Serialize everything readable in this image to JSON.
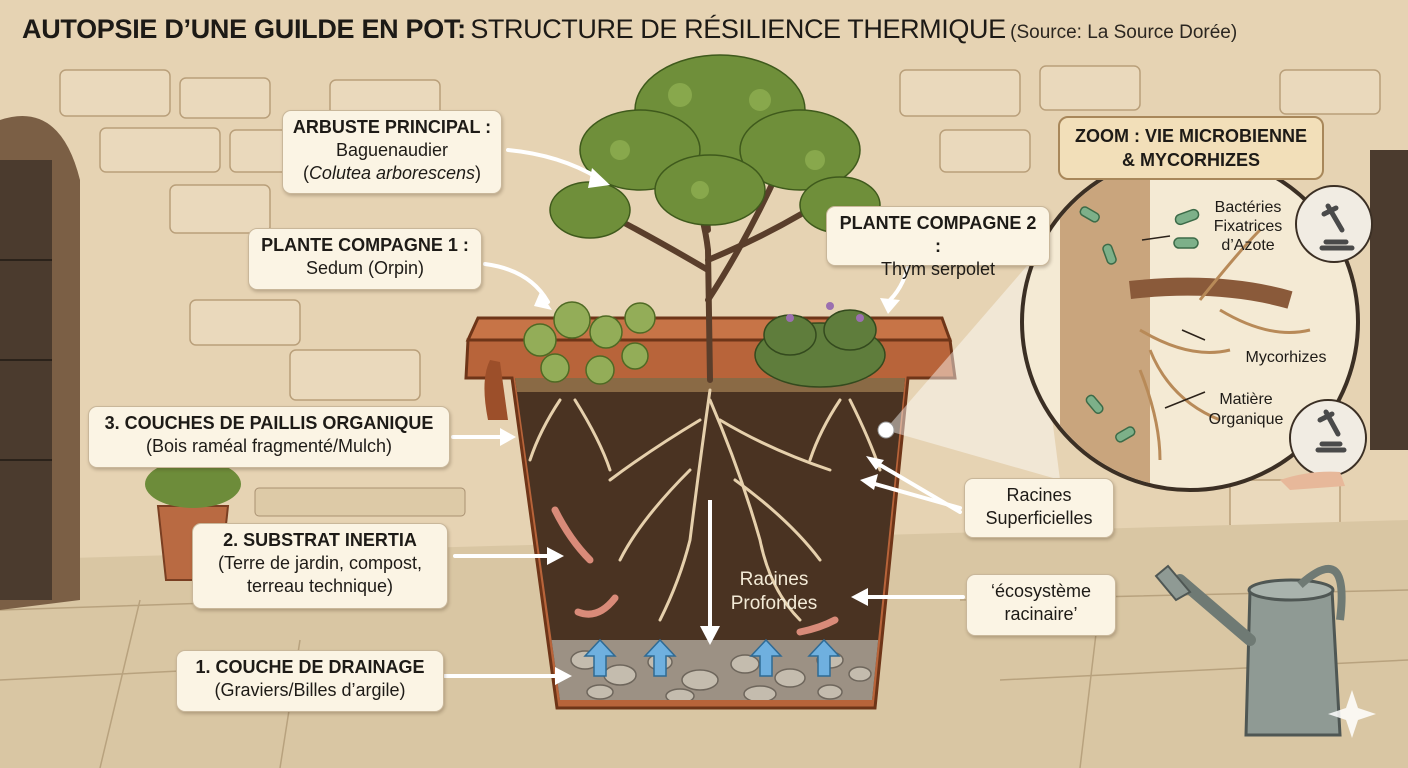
{
  "title": {
    "bold": "AUTOPSIE D’UNE GUILDE EN POT:",
    "regular": "STRUCTURE DE RÉSILIENCE THERMIQUE",
    "source": "(Source: La Source Dorée)"
  },
  "labels": {
    "shrub": {
      "heading": "ARBUSTE PRINCIPAL :",
      "line1": "Baguenaudier",
      "line2_pre": "(",
      "line2_italic": "Colutea arborescens",
      "line2_post": ")"
    },
    "companion1": {
      "heading": "PLANTE COMPAGNE 1 :",
      "line1": "Sedum (Orpin)"
    },
    "companion2": {
      "heading": "PLANTE COMPAGNE 2 :",
      "line1": "Thym serpolet"
    },
    "mulch": {
      "heading": "3. COUCHES DE PAILLIS ORGANIQUE",
      "line1": "(Bois raméal fragmenté/Mulch)"
    },
    "substrate": {
      "heading": "2. SUBSTRAT INERTIA",
      "line1": "(Terre de jardin, compost,",
      "line2": "terreau technique)"
    },
    "drainage": {
      "heading": "1. COUCHE DE DRAINAGE",
      "line1": "(Graviers/Billes d’argile)"
    },
    "surface_roots": {
      "line1": "Racines",
      "line2": "Superficielles"
    },
    "ecosystem": {
      "line1": "‘écosystème",
      "line2": "racinaire’"
    },
    "deep_roots": {
      "line1": "Racines",
      "line2": "Profondes"
    }
  },
  "zoom": {
    "title_line1": "ZOOM : VIE MICROBIENNE",
    "title_line2": "& MYCORHIZES",
    "bacteria": {
      "line1": "Bactéries",
      "line2": "Fixatrices",
      "line3": "d’Azote"
    },
    "mycorrhizae": "Mycorhizes",
    "organic": {
      "line1": "Matière",
      "line2": "Organique"
    }
  },
  "icons": [
    "microscope-icon",
    "microscope-hand-icon",
    "watering-can-icon",
    "sparkle-icon"
  ],
  "colors": {
    "label_bg": "#fbf4e4",
    "terracotta": "#b8643a",
    "soil": "#4a3322",
    "foliage": "#6f8f3a",
    "water_arrow": "#6fb0df"
  }
}
